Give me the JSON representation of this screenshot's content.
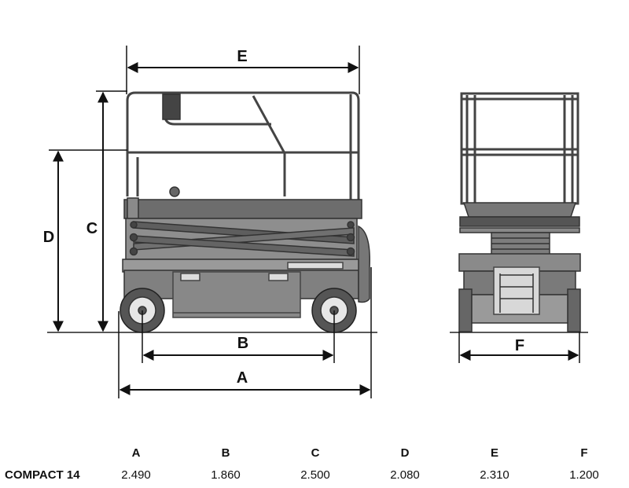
{
  "dimension_labels": {
    "a": "A",
    "b": "B",
    "c": "C",
    "d": "D",
    "e": "E",
    "f": "F"
  },
  "table": {
    "headers": [
      "A",
      "B",
      "C",
      "D",
      "E",
      "F"
    ],
    "rows": [
      {
        "model": "COMPACT 14",
        "values": [
          "2.490",
          "1.860",
          "2.500",
          "2.080",
          "2.310",
          "1.200"
        ]
      }
    ]
  }
}
